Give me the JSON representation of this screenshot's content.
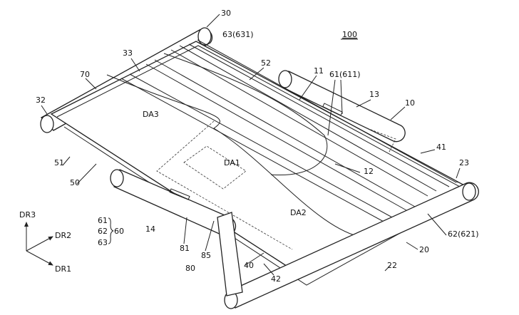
{
  "figure": {
    "ref_main": "100",
    "labels": {
      "l30": "30",
      "l63_631": "63(631)",
      "l33": "33",
      "l52": "52",
      "l11": "11",
      "l61_611": "61(611)",
      "l70": "70",
      "l13": "13",
      "l10": "10",
      "l32": "32",
      "lDA3": "DA3",
      "l41": "41",
      "l23": "23",
      "l51": "51",
      "lDA1": "DA1",
      "l12": "12",
      "l50": "50",
      "l14": "14",
      "l81": "81",
      "l85": "85",
      "l80": "80",
      "lDA2": "DA2",
      "l40": "40",
      "l42": "42",
      "l20": "20",
      "l22": "22",
      "l62_621": "62(621)"
    },
    "legend": {
      "a": "61",
      "b": "62",
      "c": "63",
      "group": "60"
    },
    "axes": {
      "dr1": "DR1",
      "dr2": "DR2",
      "dr3": "DR3"
    }
  }
}
